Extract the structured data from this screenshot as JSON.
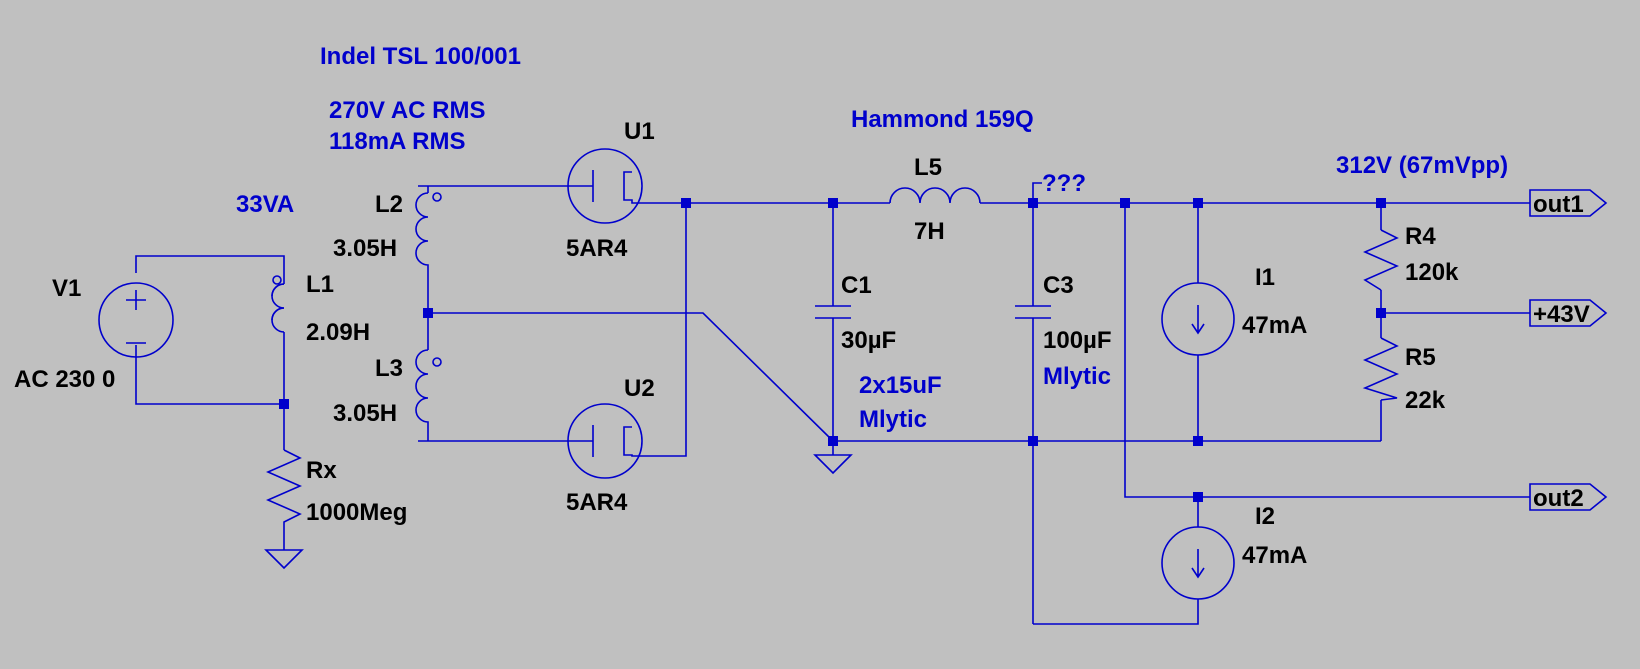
{
  "notes": {
    "transformer": "Indel TSL 100/001",
    "voltage": "270V AC RMS",
    "current": "118mA RMS",
    "va": "33VA",
    "choke": "Hammond 159Q",
    "unknown": "???",
    "output": "312V (67mVpp)",
    "c1_note_1": "2x15uF",
    "c1_note_2": "Mlytic",
    "c3_note": "Mlytic"
  },
  "components": {
    "v1": {
      "ref": "V1",
      "value": "AC 230 0"
    },
    "l1": {
      "ref": "L1",
      "value": "2.09H"
    },
    "l2": {
      "ref": "L2",
      "value": "3.05H"
    },
    "l3": {
      "ref": "L3",
      "value": "3.05H"
    },
    "u1": {
      "ref": "U1",
      "value": "5AR4"
    },
    "u2": {
      "ref": "U2",
      "value": "5AR4"
    },
    "rx": {
      "ref": "Rx",
      "value": "1000Meg"
    },
    "l5": {
      "ref": "L5",
      "value": "7H"
    },
    "c1": {
      "ref": "C1",
      "value": "30µF"
    },
    "c3": {
      "ref": "C3",
      "value": "100µF"
    },
    "i1": {
      "ref": "I1",
      "value": "47mA"
    },
    "i2": {
      "ref": "I2",
      "value": "47mA"
    },
    "r4": {
      "ref": "R4",
      "value": "120k"
    },
    "r5": {
      "ref": "R5",
      "value": "22k"
    }
  },
  "ports": {
    "out1": "out1",
    "out2": "out2",
    "plus43": "+43V"
  },
  "colors": {
    "background": "#c0c0c0",
    "wire": "#0000cc",
    "label": "#000000",
    "comment": "#0000cc"
  }
}
